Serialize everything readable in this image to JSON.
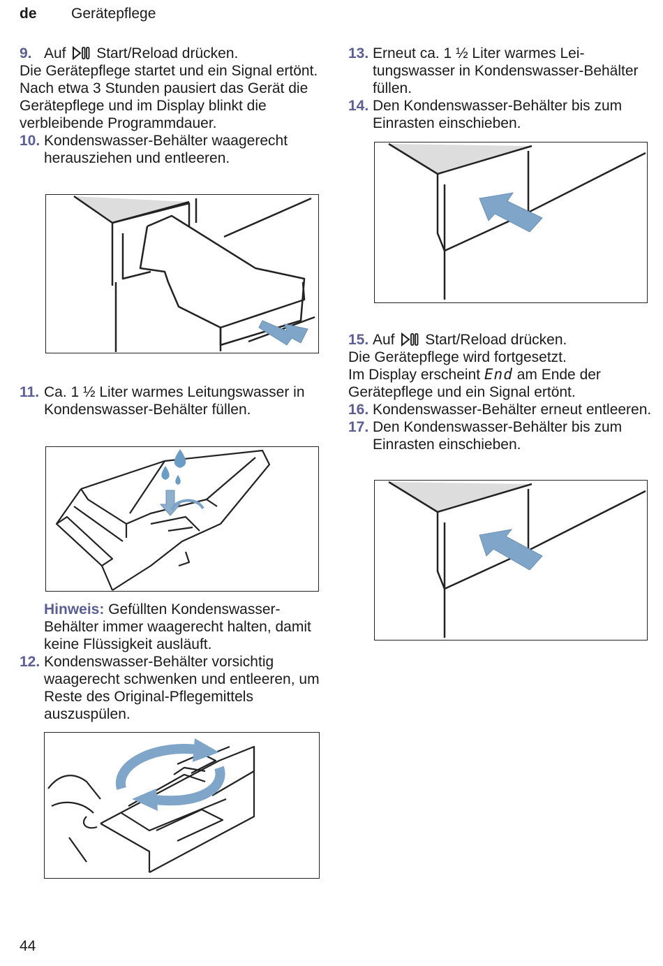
{
  "header": {
    "lang": "de",
    "section": "Gerätepflege"
  },
  "left": {
    "step9": {
      "num": "9.",
      "pre": "Auf",
      "post": "Start/Reload drücken.",
      "line2": "Die Gerätepflege startet und ein Signal ertönt.",
      "line3": "Nach etwa 3 Stunden pausiert das Gerät die Gerätepflege und im Display blinkt die verbleibende Programmdauer."
    },
    "step10": {
      "num": "10.",
      "text": "Kondenswasser-Behälter waage­recht herausziehen und entleeren."
    },
    "step11": {
      "num": "11.",
      "text": "Ca. 1 ½ Liter warmes Leitungswas­ser in Kondenswasser-Behälter fül­len."
    },
    "note": {
      "label": "Hinweis:",
      "text": "Gefüllten Kondenswasser-Behälter immer waagerecht halten, damit keine Flüssigkeit ausläuft."
    },
    "step12": {
      "num": "12.",
      "text": "Kondenswasser-Behälter vorsichtig waagerecht schwenken und entlee­ren, um Reste des Original-Pflege­mittels auszuspülen."
    }
  },
  "right": {
    "step13": {
      "num": "13.",
      "text": "Erneut ca. 1 ½ Liter warmes Lei­tungswasser in Kondenswasser-Behälter füllen."
    },
    "step14": {
      "num": "14.",
      "text": "Den Kondenswasser-Behälter bis zum Einrasten einschieben."
    },
    "step15": {
      "num": "15.",
      "pre": "Auf",
      "post": "Start/Reload drücken.",
      "line2": "Die Gerätepflege wird fortgesetzt.",
      "line3_pre": "Im Display erscheint",
      "display_text": "End",
      "line3_post": "am Ende der Gerätepflege und ein Signal ertönt."
    },
    "step16": {
      "num": "16.",
      "text": "Kondenswasser-Behälter erneut ent­leeren."
    },
    "step17": {
      "num": "17.",
      "text": "Den Kondenswasser-Behälter bis zum Einrasten einschieben."
    }
  },
  "page_number": "44",
  "colors": {
    "accent": "#5b5e93",
    "arrow": "#7fa6c9",
    "water": "#6b9cc6"
  },
  "icons": [
    "start-reload-icon",
    "arrow-icon",
    "water-drop-icon",
    "rotate-arrows-icon"
  ]
}
